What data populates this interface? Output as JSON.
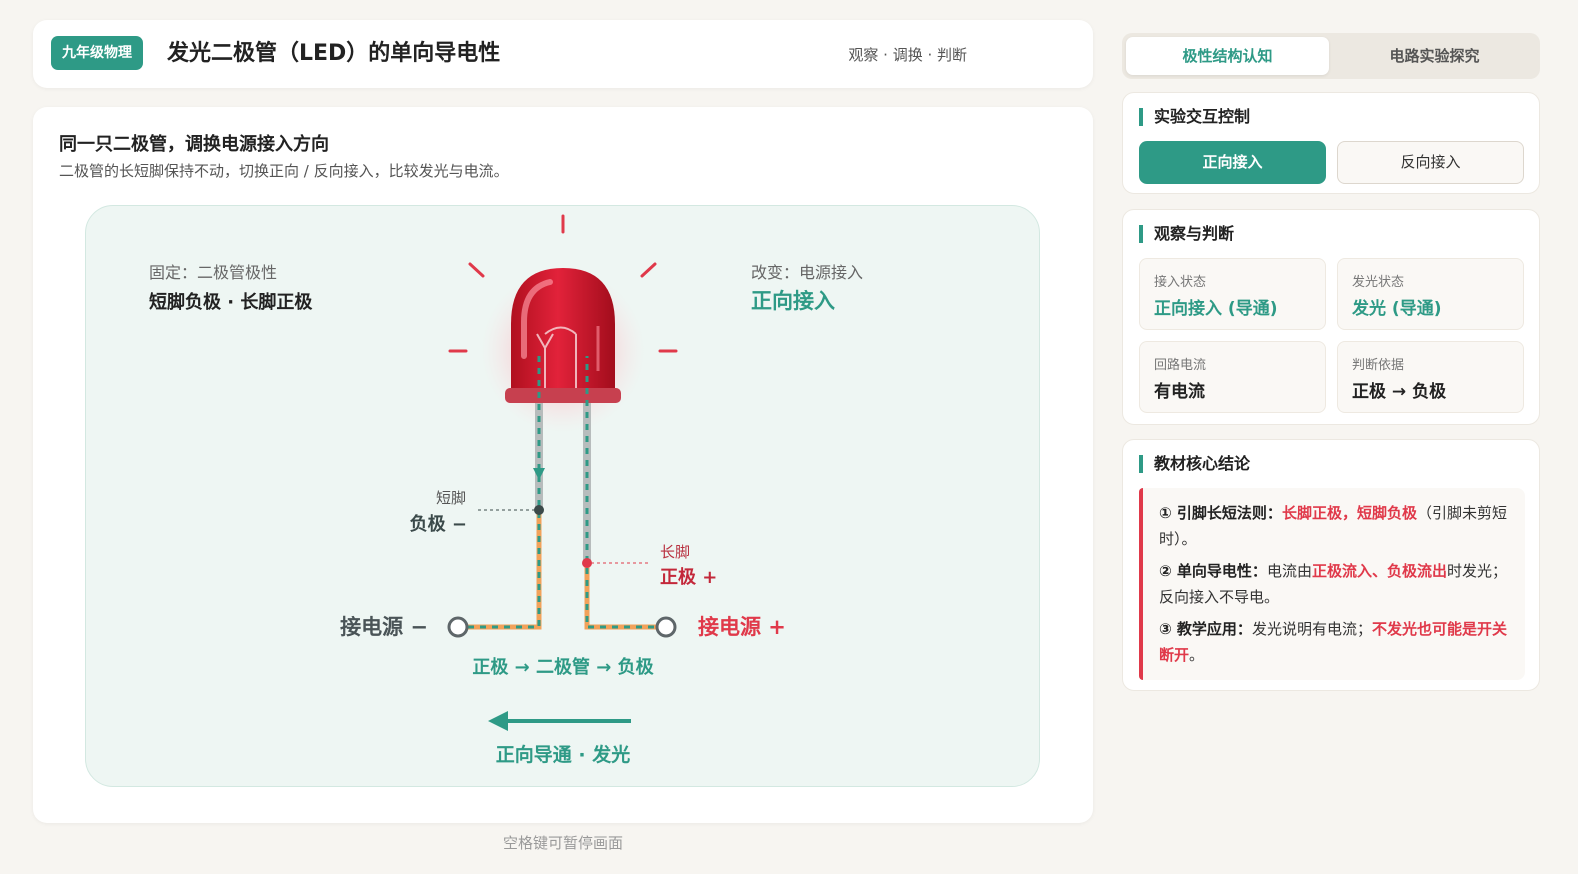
{
  "header": {
    "badge": "九年级物理",
    "title": "发光二极管（LED）的单向导电性",
    "tagline": "观察 · 调换 · 判断"
  },
  "main": {
    "heading": "同一只二极管，调换电源接入方向",
    "subheading": "二极管的长短脚保持不动，切换正向 / 反向接入，比较发光与电流。",
    "fixed_label": "固定：二极管极性",
    "fixed_value": "短脚负极 · 长脚正极",
    "change_label": "改变：电源接入",
    "change_value": "正向接入",
    "short_leg_label": "短脚",
    "short_leg_pole": "负极 −",
    "long_leg_label": "长脚",
    "long_leg_pole": "正极 +",
    "source_neg": "接电源 −",
    "source_pos": "接电源 +",
    "current_path": "正极 → 二极管 → 负极",
    "status_caption": "正向导通 · 发光",
    "hint": "空格键可暂停画面"
  },
  "tabs": [
    "极性结构认知",
    "电路实验探究"
  ],
  "controls": {
    "title": "实验交互控制",
    "forward": "正向接入",
    "reverse": "反向接入"
  },
  "observation": {
    "title": "观察与判断",
    "cards": [
      {
        "label": "接入状态",
        "value": "正向接入 (导通)"
      },
      {
        "label": "发光状态",
        "value": "发光 (导通)"
      },
      {
        "label": "回路电流",
        "value": "有电流"
      },
      {
        "label": "判断依据",
        "value": "正极 → 负极"
      }
    ]
  },
  "conclusion": {
    "title": "教材核心结论",
    "l1_lead": "① 引脚长短法则：",
    "l1_red": "长脚正极，短脚负极",
    "l1_tail": "（引脚未剪短时）。",
    "l2_lead": "② 单向导电性：",
    "l2_a": "电流由",
    "l2_red": "正极流入、负极流出",
    "l2_tail": "时发光；反向接入不导电。",
    "l3_lead": "③ 教学应用：",
    "l3_a": "发光说明有电流；",
    "l3_red": "不发光也可能是开关断开",
    "l3_tail": "。"
  },
  "colors": {
    "accent": "#2e9a86",
    "alert": "#e0394a",
    "led_red": "#d21c32",
    "wire_orange": "#f2a25a"
  }
}
